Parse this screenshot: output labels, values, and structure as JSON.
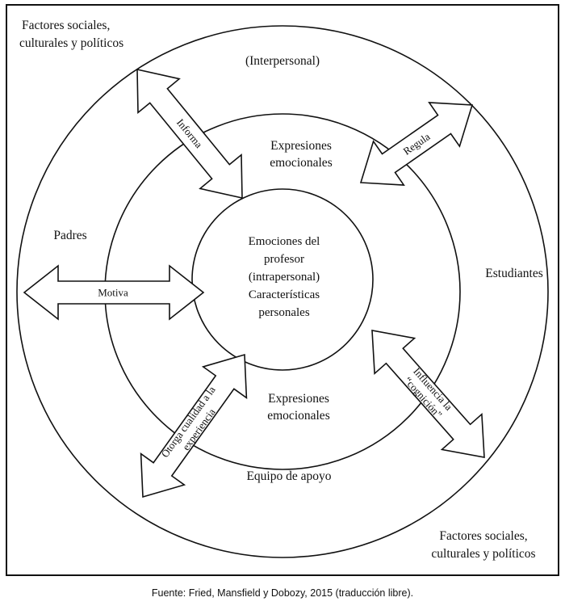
{
  "labels": {
    "factores_top_line1": "Factores sociales,",
    "factores_top_line2": "culturales y políticos",
    "interpersonal": "(Interpersonal)",
    "expresiones_top_line1": "Expresiones",
    "expresiones_top_line2": "emocionales",
    "center_line1": "Emociones del",
    "center_line2": "profesor",
    "center_line3": "(intrapersonal)",
    "center_line4": "Características",
    "center_line5": "personales",
    "expresiones_bottom_line1": "Expresiones",
    "expresiones_bottom_line2": "emocionales",
    "equipo_apoyo": "Equipo de apoyo",
    "padres": "Padres",
    "estudiantes": "Estudiantes",
    "factores_bottom_line1": "Factores sociales,",
    "factores_bottom_line2": "culturales y políticos"
  },
  "arrows": {
    "informa": "Informa",
    "regula": "Regula",
    "motiva": "Motiva",
    "otorga_line1": "Otorga cualidad a la",
    "otorga_line2": "experiencia",
    "influencia_line1": "Influencia la",
    "influencia_line2": "“cognición”"
  },
  "caption": "Fuente: Fried, Mansfield y Dobozy, 2015 (traducción libre).",
  "colors": {
    "stroke": "#111111",
    "background": "#ffffff"
  }
}
